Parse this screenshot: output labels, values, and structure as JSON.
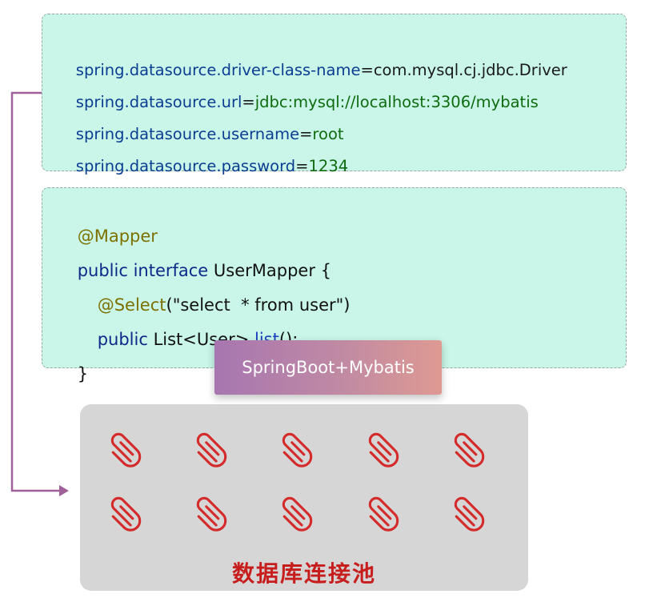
{
  "config": {
    "lines": [
      {
        "key": "spring.datasource.driver-class-name",
        "eq": "=",
        "value": "com.mysql.cj.jdbc.Driver"
      },
      {
        "key": "spring.datasource.url",
        "eq": "=",
        "value": "jdbc:mysql://localhost:3306/mybatis"
      },
      {
        "key": "spring.datasource.username",
        "eq": "=",
        "value": "root"
      },
      {
        "key": "spring.datasource.password",
        "eq": "=",
        "value": "1234"
      }
    ]
  },
  "mapper": {
    "annotation": "@Mapper",
    "decl_kw": "public interface",
    "decl_name": " UserMapper {",
    "select_ann": "@Select",
    "select_arg": "(\"select  * from user\")",
    "method_kw": "public",
    "method_type": " List<User> ",
    "method_name": "list",
    "method_tail": "();",
    "close": "}"
  },
  "tag": {
    "label": "SpringBoot+Mybatis"
  },
  "pool": {
    "label": "数据库连接池",
    "clip_rows": 2,
    "clip_cols": 5,
    "clip_color": "#d42a2a"
  },
  "colors": {
    "code_bg": "#c9f6e8",
    "connector": "#a0609a",
    "pool_bg": "#d6d6d6"
  }
}
